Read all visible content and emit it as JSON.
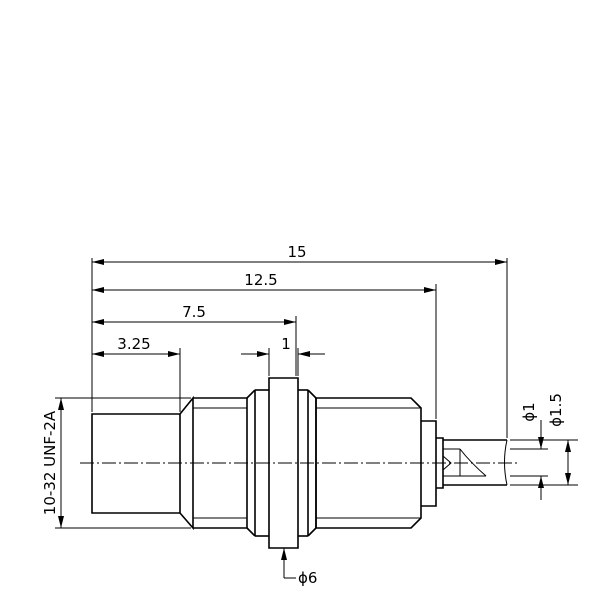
{
  "dimensions": {
    "overall_length": "15",
    "body_length": "12.5",
    "flange_position": "7.5",
    "shank_length": "3.25",
    "flange_thickness": "1",
    "flange_diameter": "ϕ6",
    "thread_spec": "10-32 UNF-2A",
    "pin_diameter": "ϕ1",
    "pin_tube_diameter": "ϕ1.5"
  }
}
